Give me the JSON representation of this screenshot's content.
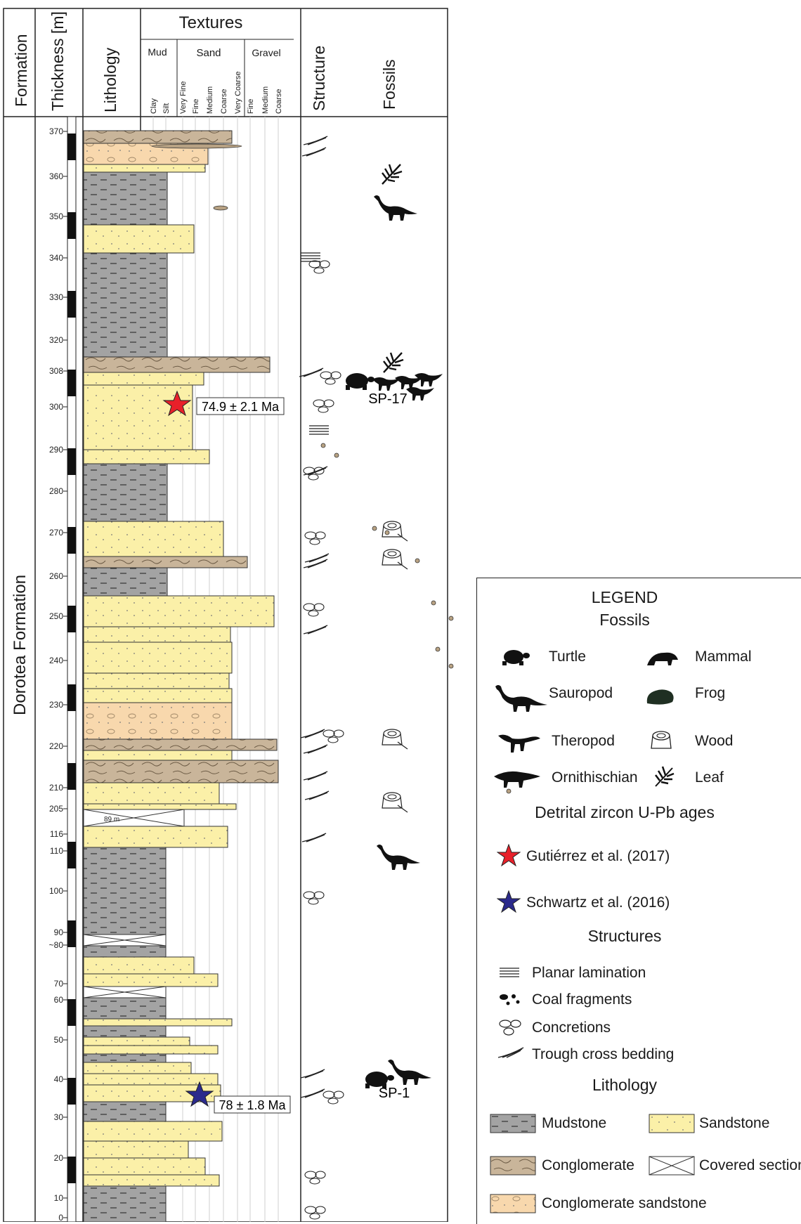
{
  "header": {
    "formation": "Formation",
    "thickness": "Thickness [m]",
    "lithology": "Lithology",
    "textures": "Textures",
    "mud": "Mud",
    "sand": "Sand",
    "gravel": "Gravel",
    "structure": "Structure",
    "fossils": "Fossils",
    "grain_sizes": [
      "Clay",
      "Silt",
      "Very Fine",
      "Fine",
      "Medium",
      "Coarse",
      "Very Coarse",
      "Fine",
      "Medium",
      "Coarse"
    ]
  },
  "formation_name": "Dorotea Formation",
  "thickness_ticks": [
    "370",
    "360",
    "350",
    "340",
    "330",
    "320",
    "308",
    "300",
    "290",
    "280",
    "270",
    "260",
    "250",
    "240",
    "230",
    "220",
    "210",
    "205",
    "116",
    "110",
    "100",
    "90",
    "~80",
    "70",
    "60",
    "50",
    "40",
    "30",
    "20",
    "10",
    "0"
  ],
  "gap_label": "89 m",
  "ages": [
    {
      "label": "74.9 ± 2.1 Ma",
      "color": "#e8202a"
    },
    {
      "label": "78 ± 1.8 Ma",
      "color": "#2b2a8c"
    }
  ],
  "sites": [
    "SP-17",
    "SP-1"
  ],
  "colors": {
    "sandstone": "#fbf0a8",
    "mudstone": "#a3a3a3",
    "conglomerate": "#c9b59a",
    "conglomerate_sandstone": "#f8d8ad"
  },
  "legend": {
    "title": "LEGEND",
    "fossils_heading": "Fossils",
    "fossils": [
      {
        "label": "Turtle",
        "icon": "turtle-icon"
      },
      {
        "label": "Mammal",
        "icon": "mammal-icon"
      },
      {
        "label": "Sauropod",
        "icon": "sauropod-icon"
      },
      {
        "label": "Frog",
        "icon": "frog-icon"
      },
      {
        "label": "Theropod",
        "icon": "theropod-icon"
      },
      {
        "label": "Wood",
        "icon": "wood-icon"
      },
      {
        "label": "Ornithischian",
        "icon": "ornithischian-icon"
      },
      {
        "label": "Leaf",
        "icon": "leaf-icon"
      }
    ],
    "zircon_heading": "Detrital zircon U-Pb ages",
    "zircon": [
      "Gutiérrez et al. (2017)",
      "Schwartz et al. (2016)"
    ],
    "structures_heading": "Structures",
    "structures": [
      "Planar lamination",
      "Coal fragments",
      "Concretions",
      "Trough cross bedding"
    ],
    "lithology_heading": "Lithology",
    "lithology": [
      "Mudstone",
      "Sandstone",
      "Conglomerate",
      "Covered section",
      "Conglomerate sandstone"
    ]
  }
}
